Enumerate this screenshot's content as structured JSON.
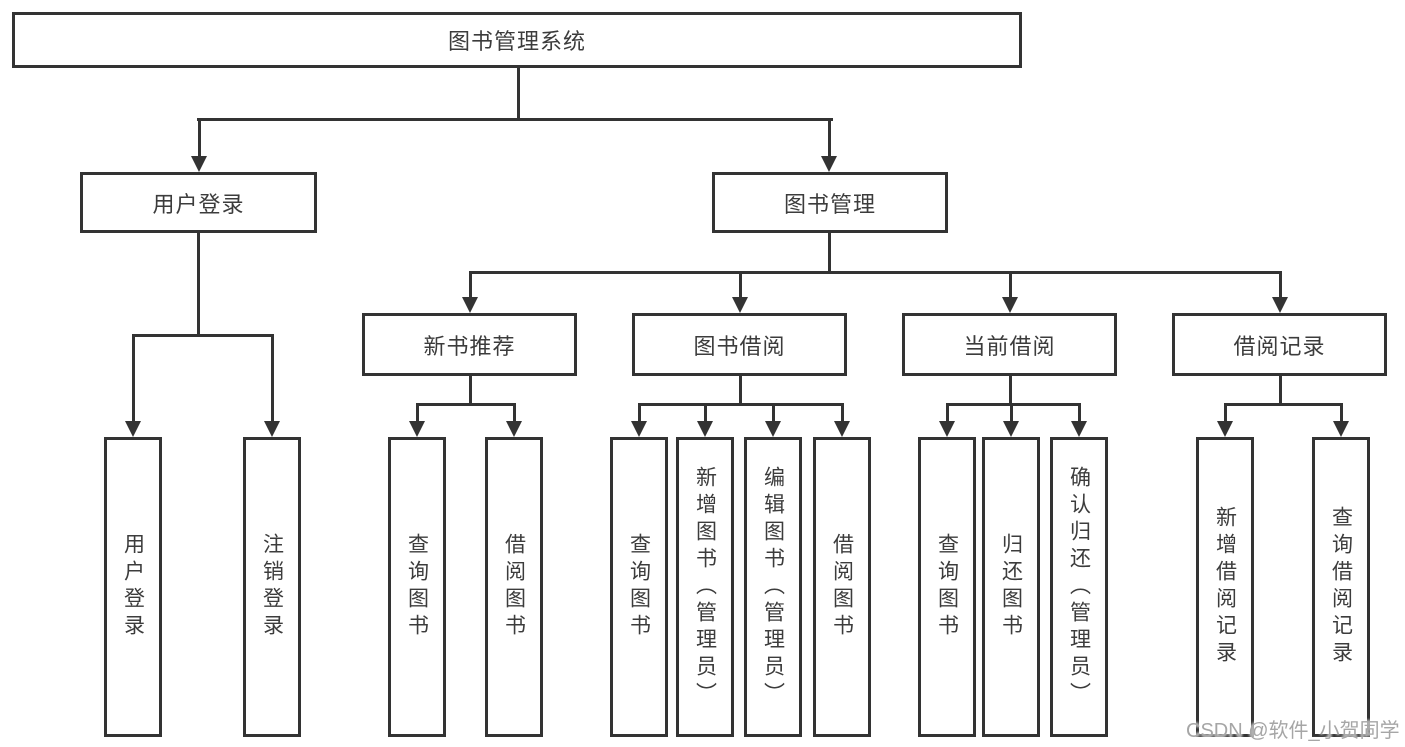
{
  "colors": {
    "line": "#333333",
    "text": "#3c3c3c",
    "background": "#ffffff",
    "watermark": "#a6a6a6"
  },
  "nodes": {
    "root": {
      "label": "图书管理系统"
    },
    "user_login": {
      "label": "用户登录"
    },
    "book_mgmt": {
      "label": "图书管理"
    },
    "new_books": {
      "label": "新书推荐"
    },
    "book_borrow": {
      "label": "图书借阅"
    },
    "current_borrow": {
      "label": "当前借阅"
    },
    "borrow_records": {
      "label": "借阅记录"
    }
  },
  "leaves": {
    "user_login": [
      "用户登录",
      "注销登录"
    ],
    "new_books": [
      "查询图书",
      "借阅图书"
    ],
    "book_borrow": [
      "查询图书",
      "新增图书（管理员）",
      "编辑图书（管理员）",
      "借阅图书"
    ],
    "current_borrow": [
      "查询图书",
      "归还图书",
      "确认归还（管理员）"
    ],
    "borrow_records": [
      "新增借阅记录",
      "查询借阅记录"
    ]
  },
  "watermark": "CSDN @软件_小贺同学"
}
